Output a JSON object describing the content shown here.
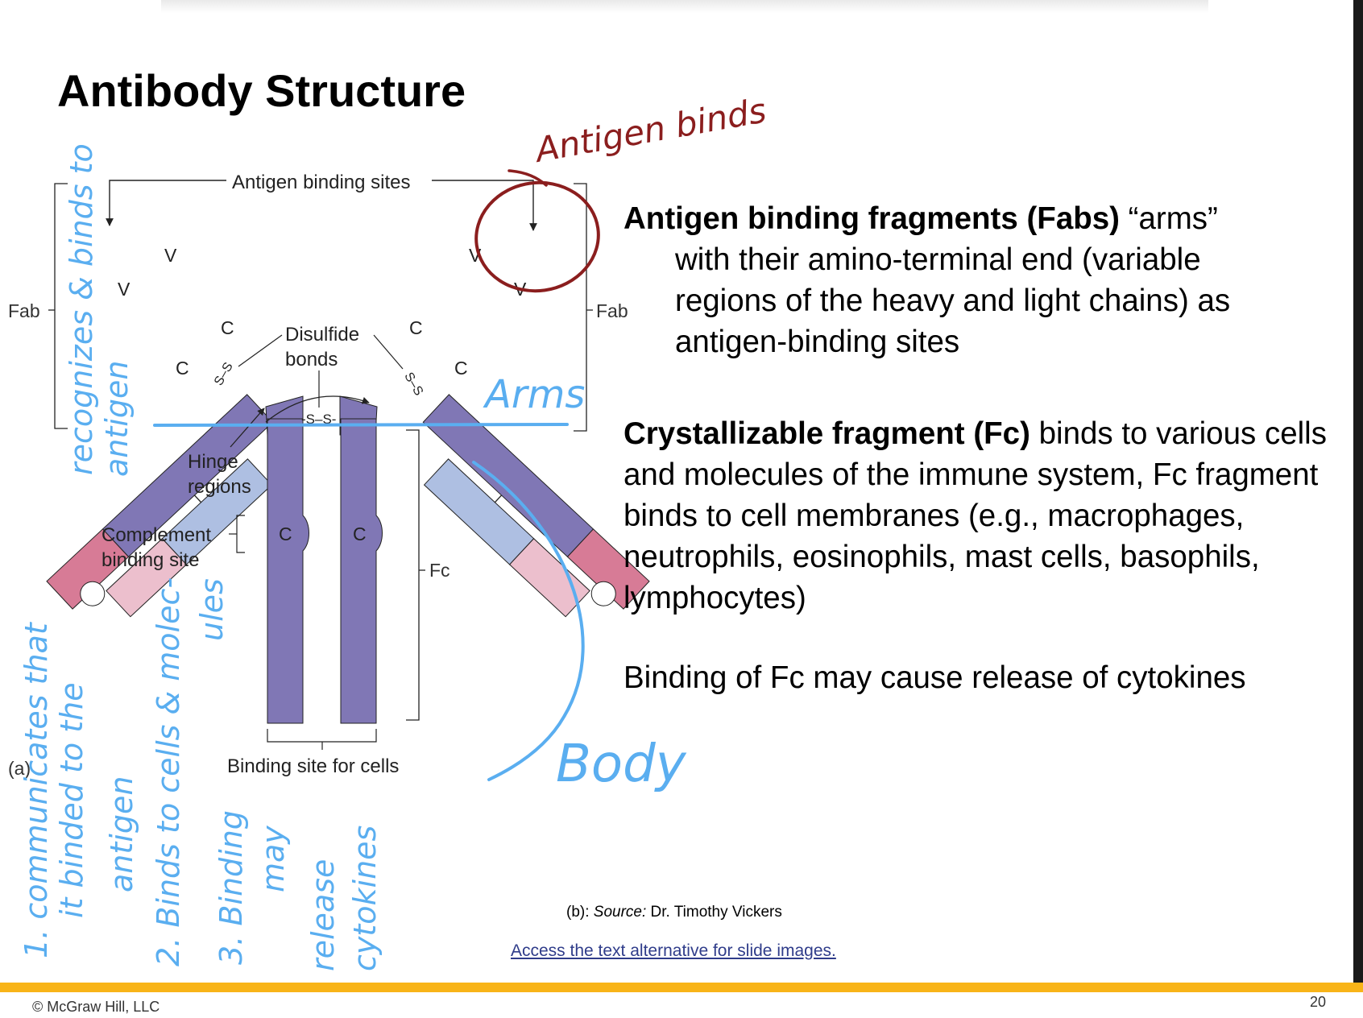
{
  "slide": {
    "title": "Antibody Structure",
    "page_number": "20",
    "copyright": "© McGraw Hill, LLC"
  },
  "diagram": {
    "labels": {
      "antigen_binding_sites": "Antigen binding sites",
      "fab_left": "Fab",
      "fab_right": "Fab",
      "fc": "Fc",
      "disulfide_line1": "Disulfide",
      "disulfide_line2": "bonds",
      "hinge_line1": "Hinge",
      "hinge_line2": "regions",
      "complement_line1": "Complement",
      "complement_line2": "binding site",
      "binding_site_cells": "Binding site for cells",
      "panel_a": "(a)",
      "ss": "S–S",
      "ss_hinge": "-S–S-",
      "v": "V",
      "c": "C"
    },
    "colors": {
      "heavy_variable": "#d77b96",
      "light_variable": "#ecbfcd",
      "light_constant": "#aebfe2",
      "heavy_constant": "#8077b5",
      "outline": "#222222"
    }
  },
  "annotations": {
    "antigen_binds": "Antigen binds",
    "arms": "Arms",
    "body": "Body",
    "recognizes_line1": "recognizes & binds to",
    "recognizes_line2": "antigen",
    "note1_line1": "1. communicates that",
    "note1_line2": "it binded to the",
    "note1_line3": "antigen",
    "note2_line1": "2. Binds to cells & molec-",
    "note2_line2": "ules",
    "note3_line1": "3. Binding",
    "note3_line2": "may",
    "note3_line3": "release",
    "note3_line4": "cytokines",
    "colors": {
      "blue": "#5aaef0",
      "red": "#8b1e1e"
    }
  },
  "text": {
    "fab_heading": "Antigen binding fragments (Fabs)",
    "fab_rest_first": " “arms”",
    "fab_line2": "with their amino-terminal end (variable",
    "fab_line3": "regions of the heavy and light chains) as",
    "fab_line4": "antigen-binding sites",
    "fc_heading": "Crystallizable fragment (Fc)",
    "fc_rest": " binds to various cells and molecules of the immune system, Fc fragment binds to cell membranes (e.g., macrophages, neutrophils, eosinophils, mast cells, basophils, lymphocytes)",
    "cytokines": "Binding of Fc may cause release of cytokines",
    "source_prefix": "(b): ",
    "source_label": "Source:",
    "source_name": " Dr. Timothy Vickers",
    "alt_link": "Access the text alternative for slide images."
  }
}
